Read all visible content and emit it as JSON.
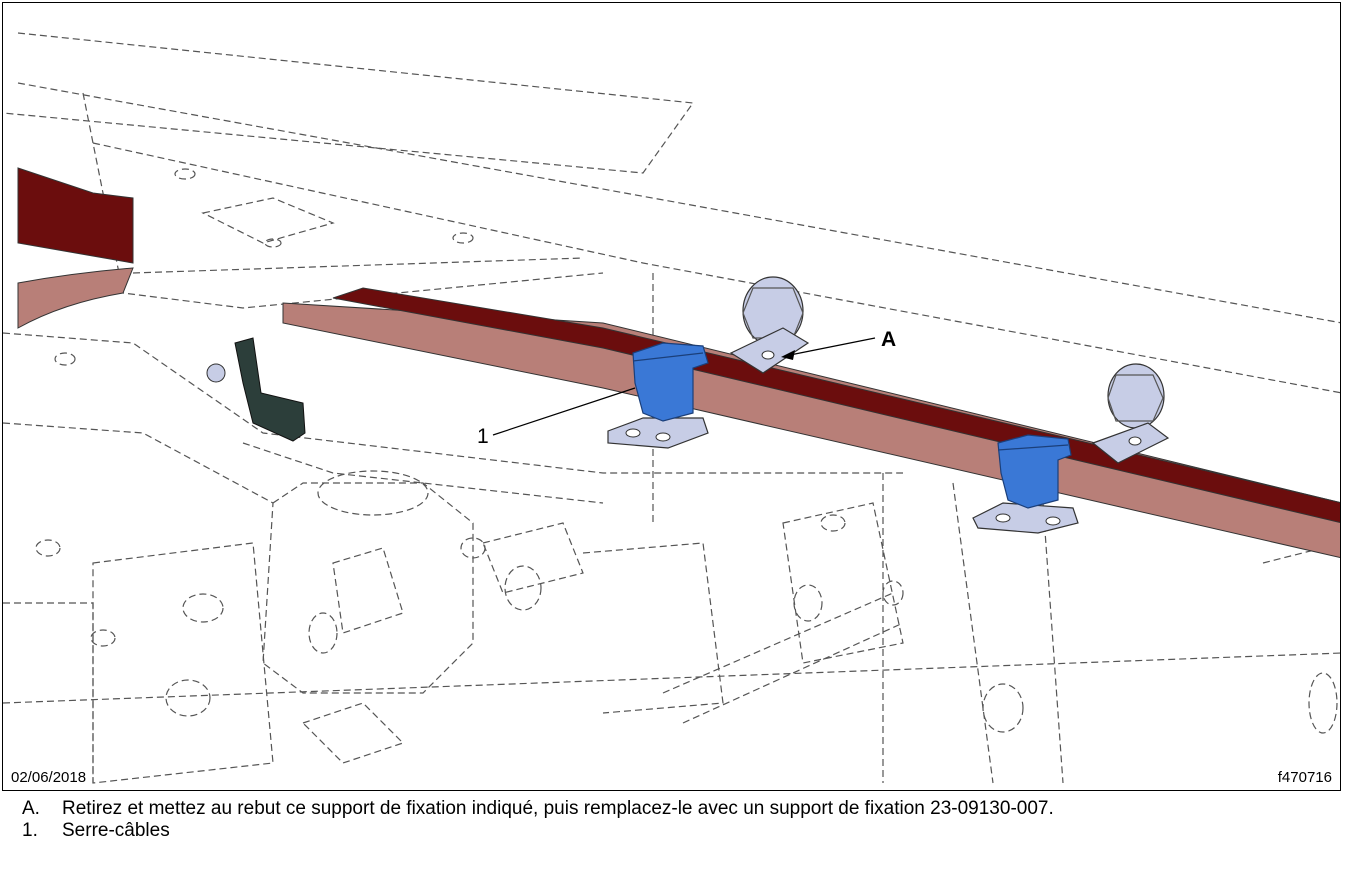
{
  "figure": {
    "date": "02/06/2018",
    "id": "f470716",
    "callouts": {
      "a": "A",
      "one": "1"
    }
  },
  "colors": {
    "harness_dark": "#6b0d0d",
    "harness_light": "#b87f78",
    "tie_blue": "#3a78d6",
    "bracket_gray": "#c7cde6",
    "line_gray": "#555555"
  },
  "legend": [
    {
      "key": "A.",
      "text": "Retirez et mettez au rebut ce support de fixation indiqué, puis remplacez-le avec un support de fixation 23-09130-007."
    },
    {
      "key": "1.",
      "text": "Serre-câbles"
    }
  ]
}
